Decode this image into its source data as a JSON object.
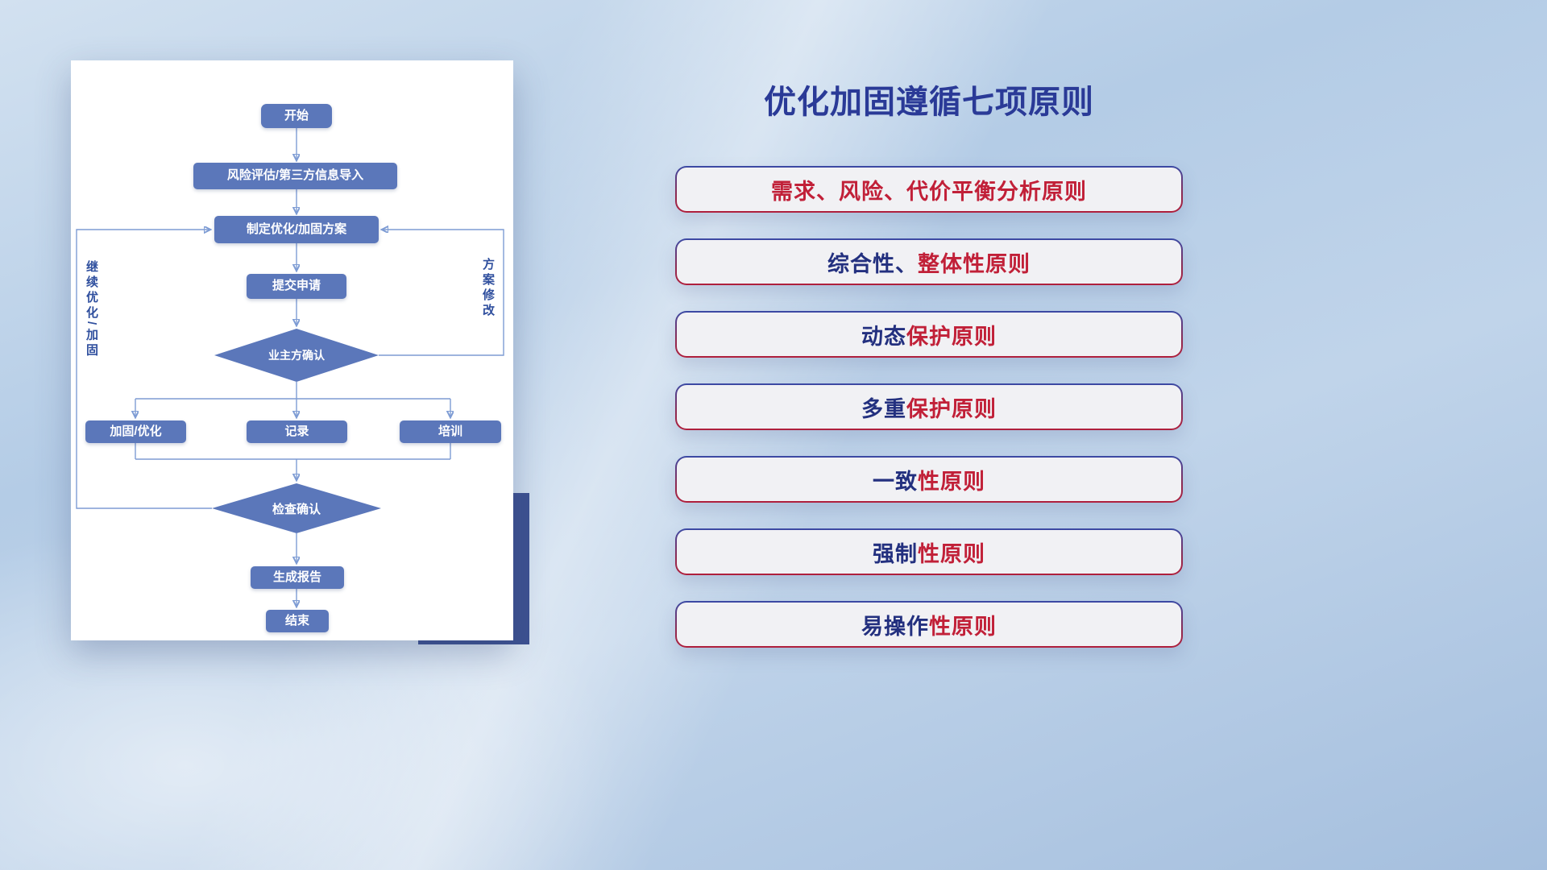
{
  "colors": {
    "flow_box_blue": "#5b77ba",
    "connector_blue": "#7e9cd4",
    "accent_navy": "#3d5191",
    "title_navy": "#2a3a97",
    "pill_navy_text": "#23307f",
    "pill_red_text": "#c12038"
  },
  "flowchart": {
    "nodes": {
      "start": "开始",
      "risk": "风险评估/第三方信息导入",
      "plan": "制定优化/加固方案",
      "submit": "提交申请",
      "owner_confirm": "业主方确认",
      "harden": "加固/优化",
      "record": "记录",
      "training": "培训",
      "check_confirm": "检查确认",
      "report": "生成报告",
      "end": "结束"
    },
    "labels": {
      "left_loop": "继续优化/加固",
      "right_loop": "方案修改"
    }
  },
  "principles": {
    "title": "优化加固遵循七项原则",
    "items": [
      {
        "parts": [
          {
            "text": "需求、风险、代价平衡分析原则",
            "color": "red"
          }
        ]
      },
      {
        "parts": [
          {
            "text": "综合性、",
            "color": "navy"
          },
          {
            "text": "整体性原则",
            "color": "red"
          }
        ]
      },
      {
        "parts": [
          {
            "text": "动态",
            "color": "navy"
          },
          {
            "text": "保护原则",
            "color": "red"
          }
        ]
      },
      {
        "parts": [
          {
            "text": "多重",
            "color": "navy"
          },
          {
            "text": "保护原则",
            "color": "red"
          }
        ]
      },
      {
        "parts": [
          {
            "text": "一致",
            "color": "navy"
          },
          {
            "text": "性原则",
            "color": "red"
          }
        ]
      },
      {
        "parts": [
          {
            "text": "强制",
            "color": "navy"
          },
          {
            "text": "性原则",
            "color": "red"
          }
        ]
      },
      {
        "parts": [
          {
            "text": "易操作",
            "color": "navy"
          },
          {
            "text": "性原则",
            "color": "red"
          }
        ]
      }
    ]
  }
}
